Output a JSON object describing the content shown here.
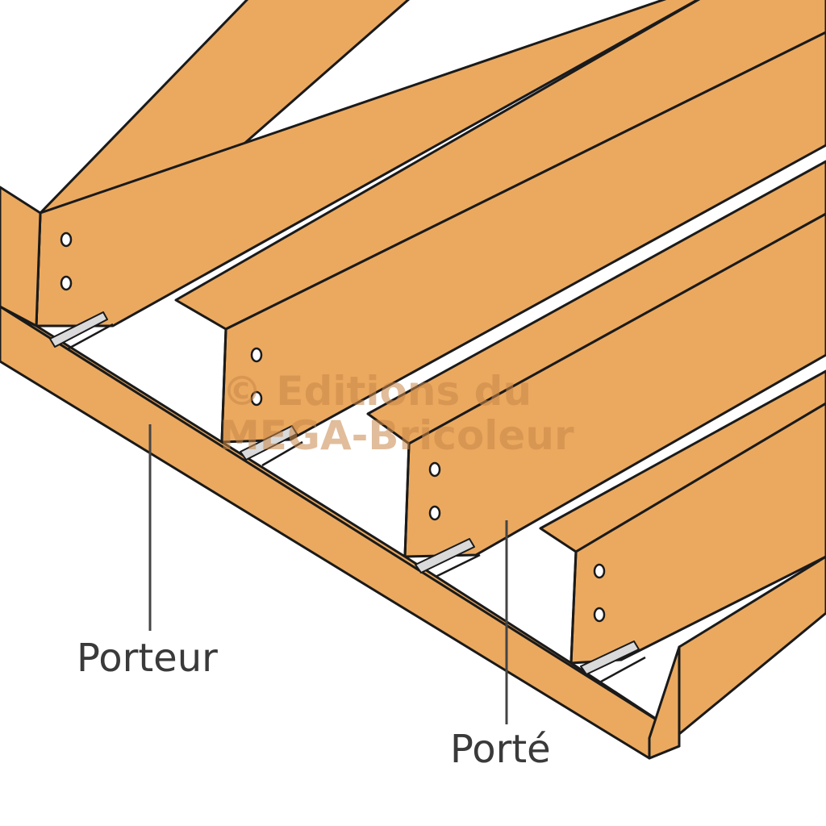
{
  "colors": {
    "wood": "#EBA95F",
    "outline": "#1a1a1a",
    "hanger": "#DADADA",
    "leader": "#444444",
    "label_text": "#3a3a3a",
    "background": "#FFFFFF"
  },
  "labels": {
    "porteur": "Porteur",
    "porte": "Porté"
  },
  "watermark": {
    "line1": "© Editions du",
    "line2": "MEGA-Bricoleur"
  }
}
